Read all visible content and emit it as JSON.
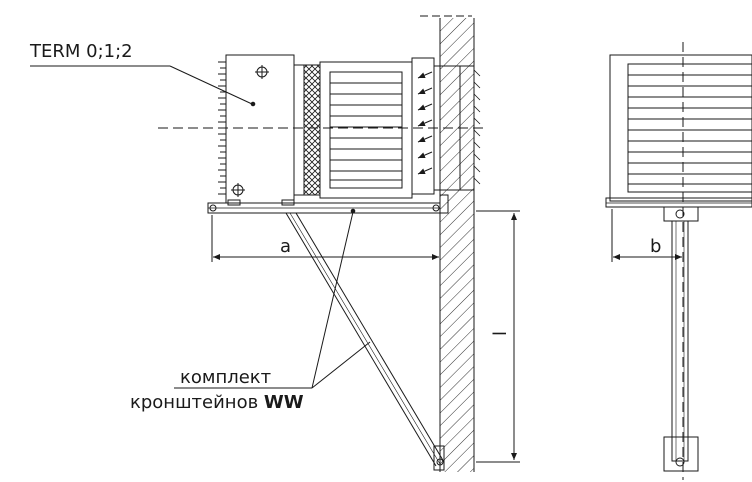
{
  "labels": {
    "term_label": "TERM 0;1;2",
    "dim_a": "a",
    "dim_b": "b",
    "dim_l": "l",
    "bracket_line1": "комплект",
    "bracket_line2_prefix": "кронштейнов ",
    "bracket_line2_bold": "WW"
  },
  "colors": {
    "line": "#1a1a1a",
    "background": "#ffffff"
  }
}
